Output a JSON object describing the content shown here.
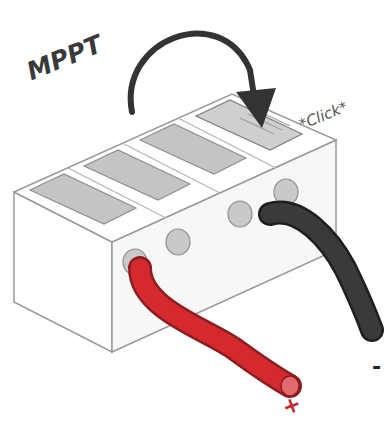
{
  "diagram": {
    "labels": [
      "MPPT",
      "*Click*",
      "+",
      "-"
    ]
  }
}
